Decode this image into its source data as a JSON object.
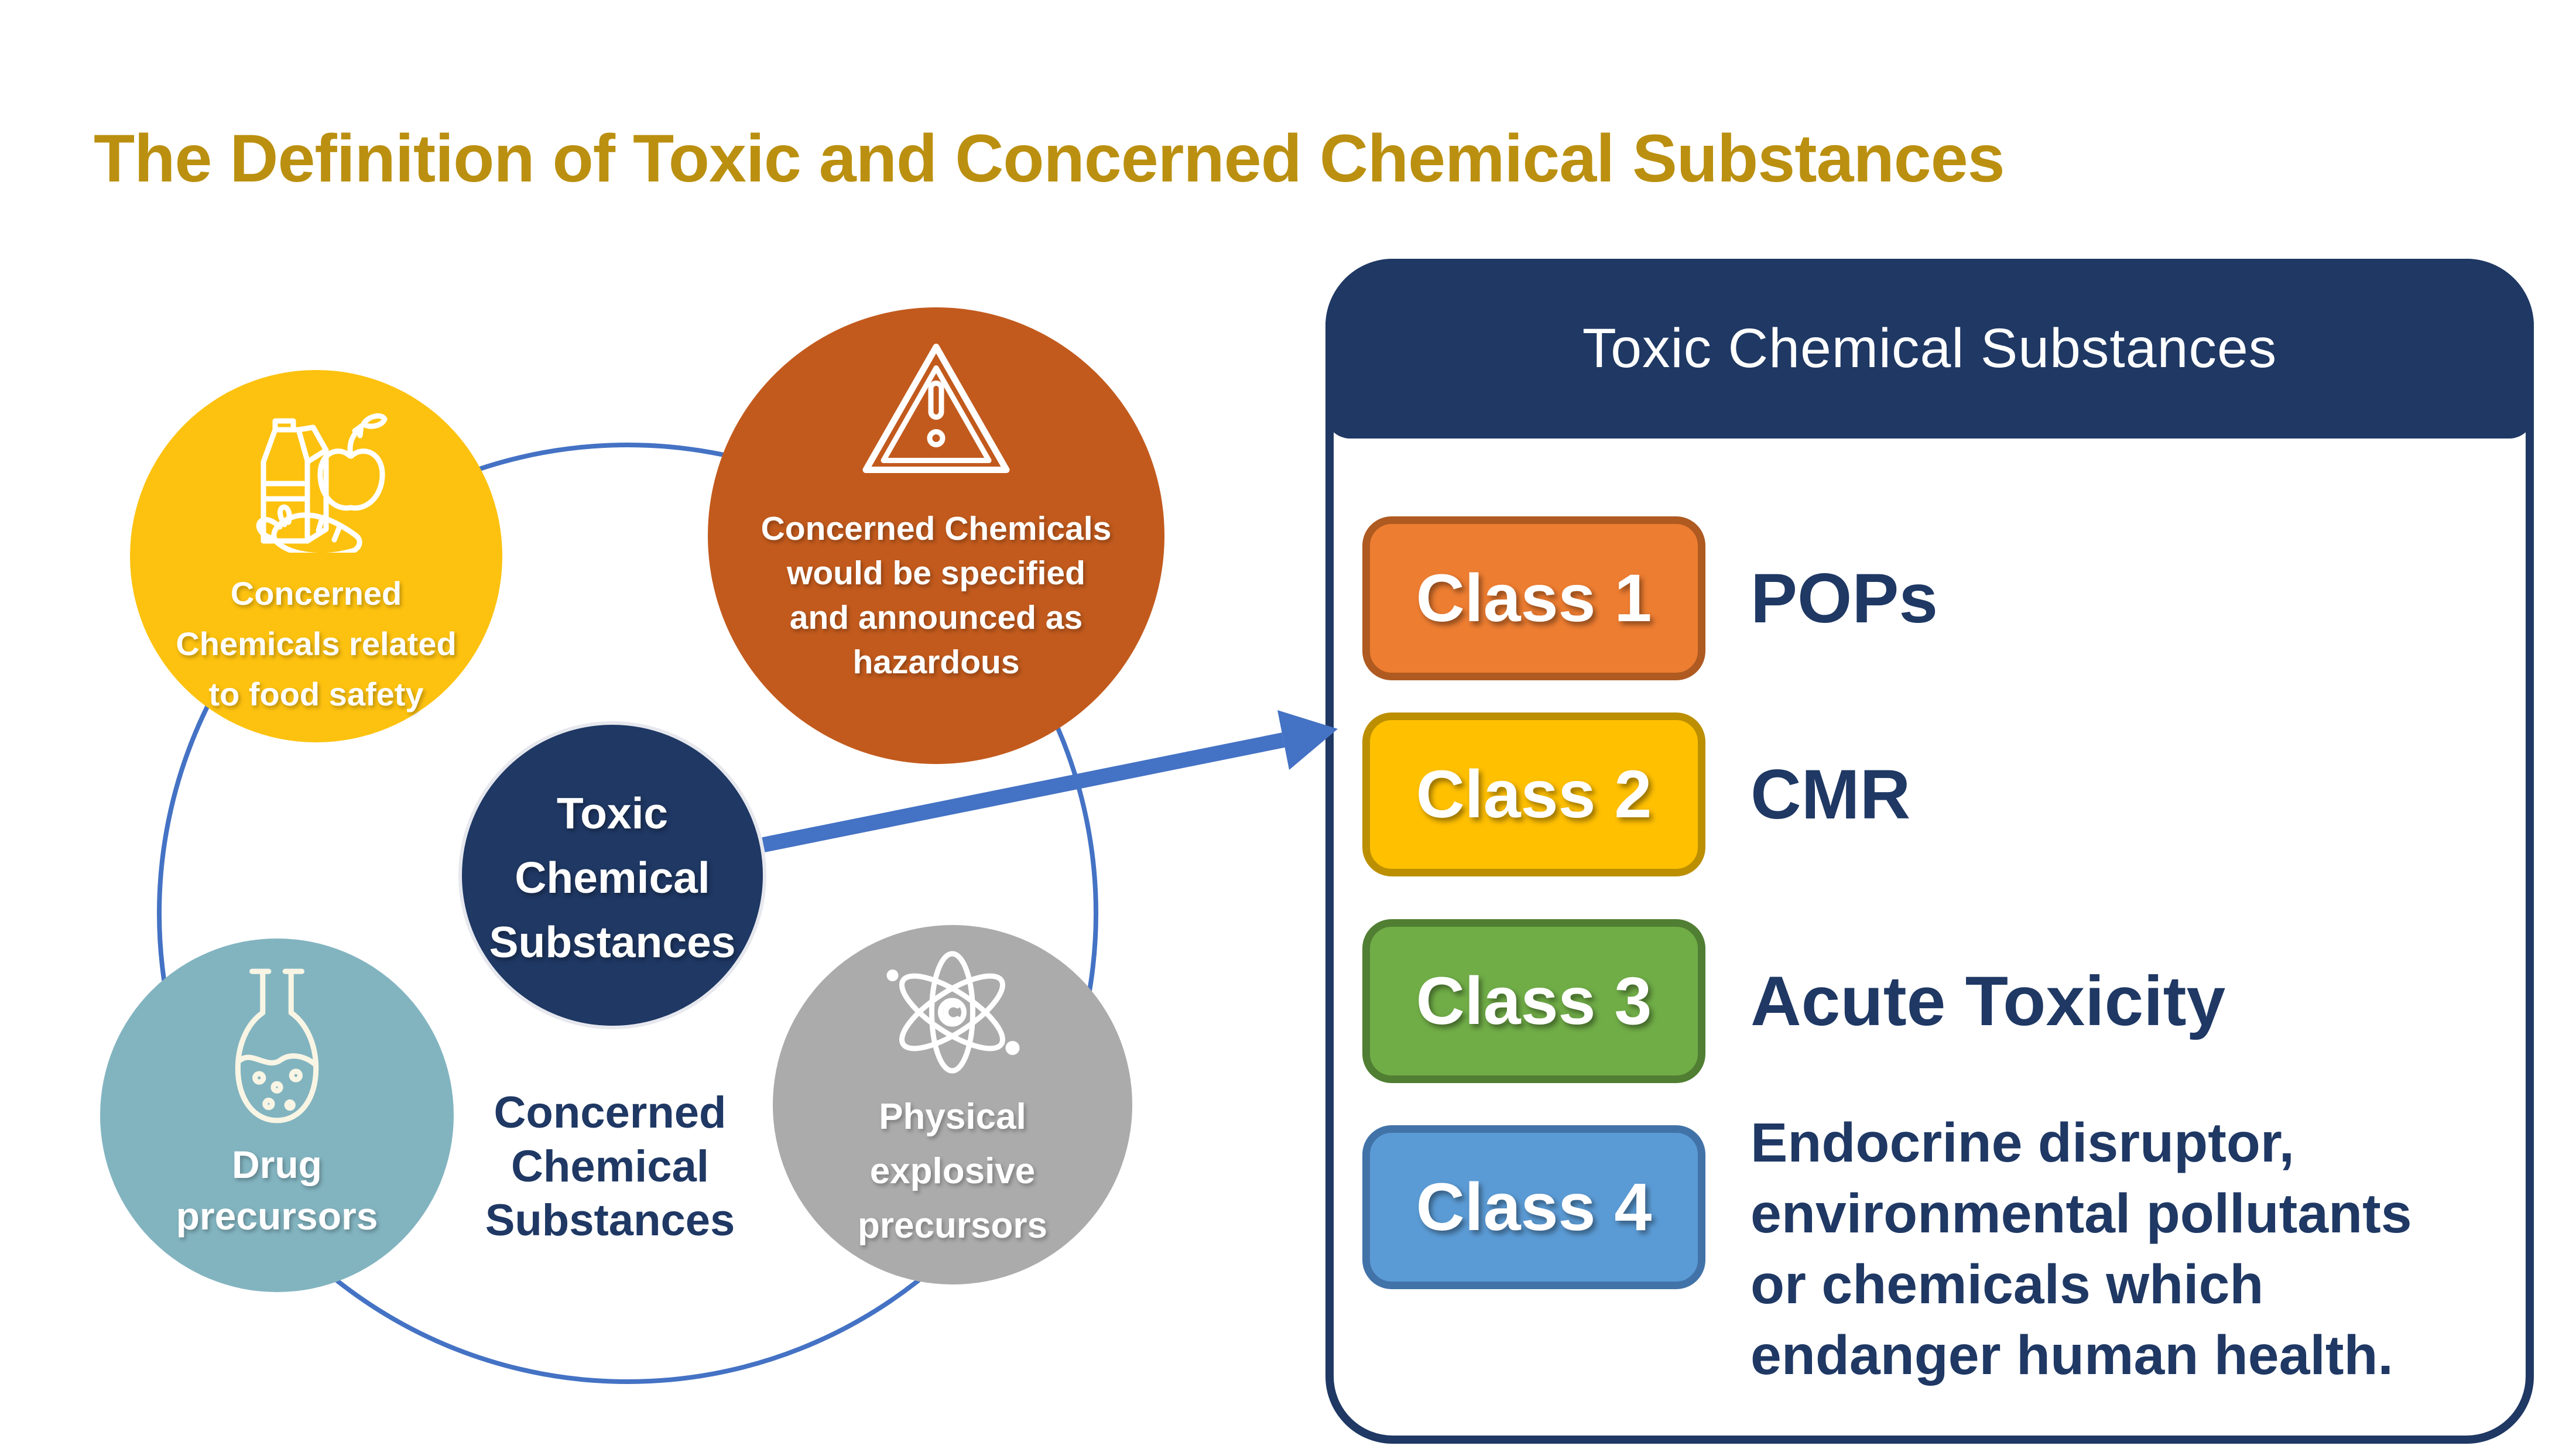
{
  "title": {
    "text": "The Definition of Toxic and Concerned Chemical Substances",
    "color": "#BB9010"
  },
  "diagram": {
    "ring_color": "#4472C4",
    "arrow_color": "#4472C4",
    "center_circle": {
      "color": "#1F3864",
      "lines": [
        "Toxic",
        "Chemical",
        "Substances"
      ]
    },
    "center_label": {
      "color": "#1F3864",
      "lines": [
        "Concerned",
        "Chemical",
        "Substances"
      ]
    },
    "satellites": [
      {
        "id": "food-safety",
        "color": "#FDC20F",
        "icon": "food-icon",
        "lines": [
          "Concerned",
          "Chemicals related",
          "to food safety"
        ]
      },
      {
        "id": "hazardous",
        "color": "#C25A1D",
        "icon": "warning-icon",
        "lines": [
          "Concerned Chemicals",
          "would be specified",
          "and announced as",
          "hazardous"
        ]
      },
      {
        "id": "drug-precursors",
        "color": "#82B4C0",
        "icon": "flask-icon",
        "lines": [
          "Drug",
          "precursors"
        ]
      },
      {
        "id": "physical-explosive-precursors",
        "color": "#ABABAB",
        "icon": "atom-icon",
        "lines": [
          "Physical",
          "explosive",
          "precursors"
        ]
      }
    ]
  },
  "panel": {
    "header": "Toxic Chemical Substances",
    "header_bg": "#1F3864",
    "border_color": "#1F3864",
    "text_color": "#1F3864",
    "rows": [
      {
        "badge": "Class 1",
        "badge_bg": "#ED7D31",
        "badge_border": "#AE5A21",
        "label": "POPs"
      },
      {
        "badge": "Class 2",
        "badge_bg": "#FFC000",
        "badge_border": "#BC8F00",
        "label": "CMR"
      },
      {
        "badge": "Class 3",
        "badge_bg": "#70AD47",
        "badge_border": "#507E32",
        "label": "Acute Toxicity"
      },
      {
        "badge": "Class 4",
        "badge_bg": "#5B9BD5",
        "badge_border": "#4273A8",
        "label": "Endocrine disruptor,\nenvironmental pollutants\nor chemicals which\nendanger human health."
      }
    ]
  }
}
